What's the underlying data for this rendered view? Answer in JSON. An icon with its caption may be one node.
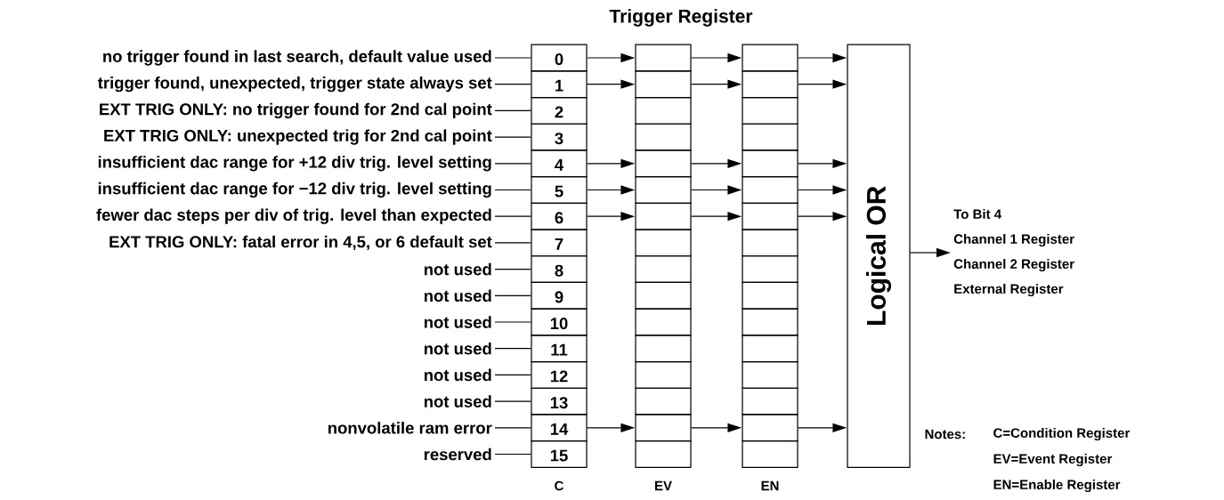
{
  "diagram": {
    "title": "Trigger Register",
    "nodes": [
      {
        "text": [
          "no trigger found in last search, default value used"
        ]
      },
      {
        "text": [
          "trigger found, unexpected, trigger state always set"
        ]
      },
      {
        "text": [
          "EXT TRIG ONLY: no trigger found for 2nd cal point"
        ]
      },
      {
        "text": [
          "EXT TRIG ONLY: unexpected trig for 2nd cal point"
        ]
      },
      {
        "text": [
          "insufficient dac range for +12 div trig. level setting"
        ]
      },
      {
        "text": [
          "insufficient dac range for −12 div trig. level setting"
        ]
      },
      {
        "text": [
          "fewer dac steps per div of trig. level than expected"
        ]
      },
      {
        "text": [
          "EXT TRIG ONLY: fatal error in 4,5, or 6 default set"
        ]
      },
      {
        "text": [
          "not used"
        ]
      },
      {
        "text": [
          "not used"
        ]
      },
      {
        "text": [
          "not used"
        ]
      },
      {
        "text": [
          "not used"
        ]
      },
      {
        "text": [
          "not used"
        ]
      },
      {
        "text": [
          "not used"
        ]
      },
      {
        "text": [
          "nonvolatile ram error"
        ]
      },
      {
        "text": [
          "reserved"
        ]
      },
      {
        "text": [
          "0"
        ]
      },
      {
        "text": [
          "1"
        ]
      },
      {
        "text": [
          "2"
        ]
      },
      {
        "text": [
          "3"
        ]
      },
      {
        "text": [
          "4"
        ]
      },
      {
        "text": [
          "5"
        ]
      },
      {
        "text": [
          "6"
        ]
      },
      {
        "text": [
          "7"
        ]
      },
      {
        "text": [
          "8"
        ]
      },
      {
        "text": [
          "9"
        ]
      },
      {
        "text": [
          "10"
        ]
      },
      {
        "text": [
          "11"
        ]
      },
      {
        "text": [
          "12"
        ]
      },
      {
        "text": [
          "13"
        ]
      },
      {
        "text": [
          "14"
        ]
      },
      {
        "text": [
          "15"
        ]
      },
      {
        "text": [],
        "shape": "box"
      },
      {
        "text": [],
        "shape": "box"
      },
      {
        "text": [],
        "shape": "box"
      },
      {
        "text": [],
        "shape": "box"
      },
      {
        "text": [],
        "shape": "box"
      },
      {
        "text": [],
        "shape": "box"
      },
      {
        "text": [],
        "shape": "box"
      },
      {
        "text": [],
        "shape": "box"
      },
      {
        "text": [],
        "shape": "box"
      },
      {
        "text": [],
        "shape": "box"
      },
      {
        "text": [],
        "shape": "box"
      },
      {
        "text": [],
        "shape": "box"
      },
      {
        "text": [],
        "shape": "box"
      },
      {
        "text": [],
        "shape": "box"
      },
      {
        "text": [],
        "shape": "box"
      },
      {
        "text": [],
        "shape": "box"
      },
      {
        "text": [],
        "shape": "box"
      },
      {
        "text": [],
        "shape": "box"
      },
      {
        "text": [],
        "shape": "box"
      },
      {
        "text": [],
        "shape": "box"
      },
      {
        "text": [],
        "shape": "box"
      },
      {
        "text": [],
        "shape": "box"
      },
      {
        "text": [],
        "shape": "box"
      },
      {
        "text": [],
        "shape": "box"
      },
      {
        "text": [],
        "shape": "box"
      },
      {
        "text": [],
        "shape": "box"
      },
      {
        "text": [],
        "shape": "box"
      },
      {
        "text": [],
        "shape": "box"
      },
      {
        "text": [],
        "shape": "box"
      },
      {
        "text": [],
        "shape": "box"
      },
      {
        "text": [],
        "shape": "box"
      },
      {
        "text": [],
        "shape": "box"
      },
      {
        "text": [
          "Logical OR"
        ]
      },
      {
        "text": [
          "To Bit 4",
          "Channel 1 Register",
          "Channel 2 Register",
          "External Register"
        ]
      }
    ],
    "edges": [
      {
        "from": 0,
        "to": 16,
        "arrow": "none"
      },
      {
        "from": 1,
        "to": 17,
        "arrow": "none"
      },
      {
        "from": 2,
        "to": 18,
        "arrow": "none"
      },
      {
        "from": 3,
        "to": 19,
        "arrow": "none"
      },
      {
        "from": 4,
        "to": 20,
        "arrow": "none"
      },
      {
        "from": 5,
        "to": 21,
        "arrow": "none"
      },
      {
        "from": 6,
        "to": 22,
        "arrow": "none"
      },
      {
        "from": 7,
        "to": 23,
        "arrow": "none"
      },
      {
        "from": 8,
        "to": 24,
        "arrow": "none"
      },
      {
        "from": 9,
        "to": 25,
        "arrow": "none"
      },
      {
        "from": 10,
        "to": 26,
        "arrow": "none"
      },
      {
        "from": 11,
        "to": 27,
        "arrow": "none"
      },
      {
        "from": 12,
        "to": 28,
        "arrow": "none"
      },
      {
        "from": 13,
        "to": 29,
        "arrow": "none"
      },
      {
        "from": 14,
        "to": 30,
        "arrow": "none"
      },
      {
        "from": 15,
        "to": 31,
        "arrow": "none"
      },
      {
        "from": 16,
        "to": 32,
        "arrow": "to"
      },
      {
        "from": 17,
        "to": 33,
        "arrow": "to"
      },
      {
        "from": 20,
        "to": 36,
        "arrow": "to"
      },
      {
        "from": 21,
        "to": 37,
        "arrow": "to"
      },
      {
        "from": 22,
        "to": 38,
        "arrow": "to"
      },
      {
        "from": 30,
        "to": 46,
        "arrow": "to"
      },
      {
        "from": 32,
        "to": 48,
        "arrow": "to"
      },
      {
        "from": 33,
        "to": 49,
        "arrow": "to"
      },
      {
        "from": 36,
        "to": 52,
        "arrow": "to"
      },
      {
        "from": 37,
        "to": 53,
        "arrow": "to"
      },
      {
        "from": 38,
        "to": 54,
        "arrow": "to"
      },
      {
        "from": 46,
        "to": 62,
        "arrow": "to"
      },
      {
        "from": 48,
        "to": 64,
        "arrow": "to"
      },
      {
        "from": 49,
        "to": 64,
        "arrow": "to"
      },
      {
        "from": 52,
        "to": 64,
        "arrow": "to"
      },
      {
        "from": 53,
        "to": 64,
        "arrow": "to"
      },
      {
        "from": 54,
        "to": 64,
        "arrow": "to"
      },
      {
        "from": 62,
        "to": 64,
        "arrow": "to"
      },
      {
        "from": 64,
        "to": 65,
        "arrow": "to"
      }
    ],
    "labels": [
      "Notes:",
      "C=Condition Register",
      "EV=Event Register",
      "C",
      "EV",
      "EN",
      "EN=Enable Register"
    ]
  }
}
